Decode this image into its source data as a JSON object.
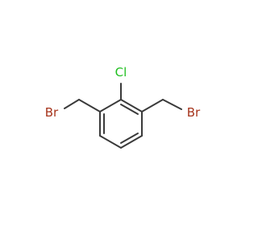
{
  "molecule": {
    "atoms": [
      {
        "id": "cl",
        "symbol": "Cl",
        "color": "#1fbf1f"
      },
      {
        "id": "br_left",
        "symbol": "Br",
        "color": "#a6341c"
      },
      {
        "id": "br_right",
        "symbol": "Br",
        "color": "#a6341c"
      }
    ],
    "bond_color": "#3a3a3a"
  }
}
